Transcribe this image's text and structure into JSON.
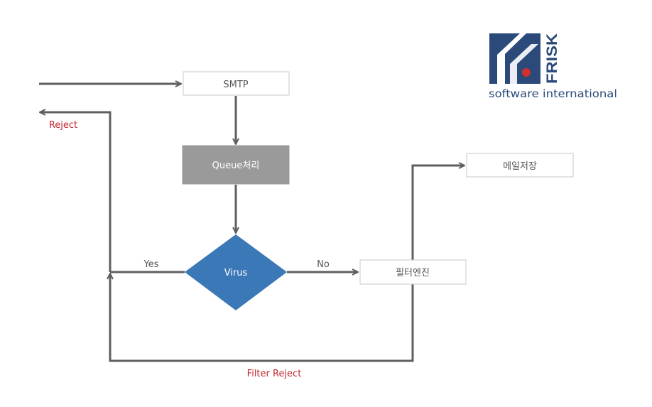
{
  "nodes": {
    "smtp": "SMTP",
    "queue": "Queue처리",
    "virus": "Virus",
    "filter_engine": "필터엔진",
    "mail_store": "메일저장"
  },
  "edges": {
    "yes": "Yes",
    "no": "No",
    "reject": "Reject",
    "filter_reject": "Filter Reject"
  },
  "logo": {
    "brand": "FRISK",
    "tagline": "software international"
  },
  "colors": {
    "line": "#5f5f5f",
    "box_border": "#c8c8c8",
    "box_text": "#555555",
    "queue_fill": "#9a9a9a",
    "diamond_fill": "#3b78b8",
    "red_label": "#c0282e",
    "logo_blue": "#2b4a7a",
    "logo_red": "#d03030"
  }
}
